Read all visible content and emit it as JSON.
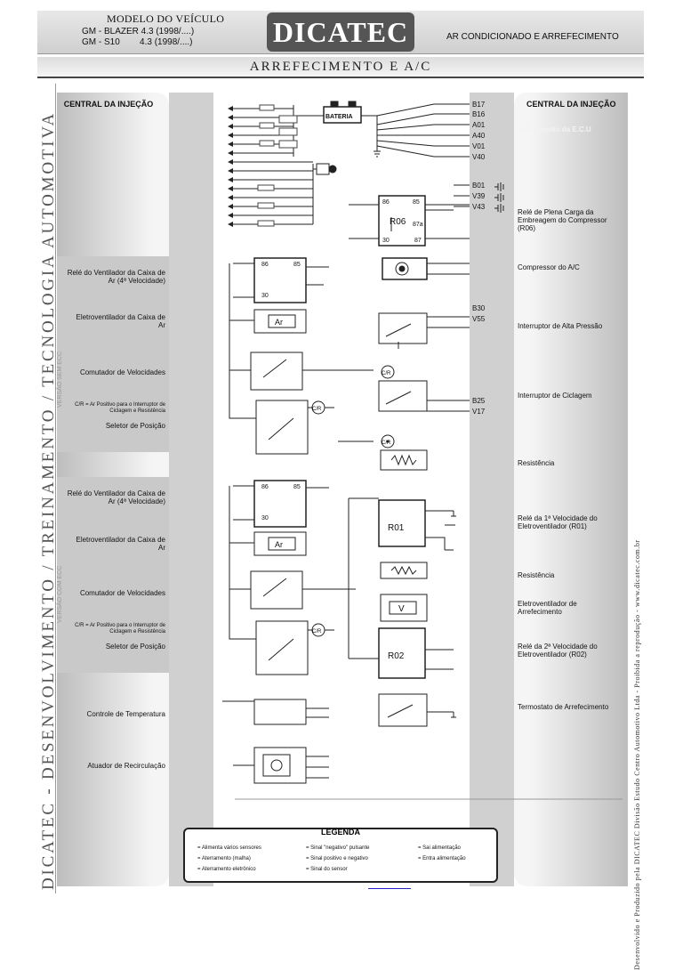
{
  "header": {
    "model_title": "MODELO DO VEÍCULO",
    "vehicles": [
      "GM - BLAZER 4.3 (1998/....)",
      "GM - S10        4.3 (1998/....)"
    ],
    "logo": "DICATEC",
    "system": "AR CONDICIONADO E ARREFECIMENTO"
  },
  "title": "ARREFECIMENTO E A/C",
  "left_vertical": "DICATEC - DESENVOLVIMENTO / TREINAMENTO / TECNOLOGIA AUTOMOTIVA",
  "right_vertical": "Desenvolvido e Produzido pela DICATEC Divisão Estudo Centro Automotivo Ltda - Proibida a reprodução - www.dicatec.com.br",
  "left_panel": {
    "header": "CENTRAL DA INJEÇÃO",
    "section1_vert": "VERSÃO SEM ECC",
    "section2_vert": "VERSÃO COM ECC",
    "labels": [
      "Relé do Ventilador da Caixa de Ar (4ª Velocidade)",
      "Eletroventilador da Caixa de Ar",
      "Comutador de Velocidades",
      "C/R = Ar Positivo para o Interruptor de Ciclagem e Resistência",
      "Seletor de Posição",
      "Relé do Ventilador da Caixa de Ar (4ª Velocidade)",
      "Eletroventilador da Caixa de Ar",
      "Comutador de Velocidades",
      "C/R = Ar Positivo para o Interruptor de Ciclagem e Resistência",
      "Seletor de Posição",
      "Controle de Temperatura",
      "Atuador de Recirculação"
    ]
  },
  "right_panel": {
    "header": "CENTRAL DA INJEÇÃO",
    "faded": "Aterramento da E.C.U",
    "labels": [
      "Relé de Plena Carga da Embreagem do Compressor (R06)",
      "Compressor do A/C",
      "Interruptor de Alta Pressão",
      "Interruptor de Ciclagem",
      "Resistência",
      "Relé da 1ª Velocidade do Eletroventilador (R01)",
      "Resistência",
      "Eletroventilador de Arrefecimento",
      "Relé da 2ª Velocidade do Eletroventilador (R02)",
      "Termostato de Arrefecimento"
    ]
  },
  "pins": {
    "top": [
      "B17",
      "B16",
      "A01",
      "A40",
      "V01",
      "V40"
    ],
    "mid": [
      "B01",
      "V39",
      "V43"
    ],
    "pressure": [
      "B30",
      "V55"
    ],
    "cycle": [
      "B25",
      "V17"
    ]
  },
  "components": {
    "battery": "BATERIA",
    "r06": "R06",
    "r01": "R01",
    "r02": "R02",
    "ar": "Ar",
    "v": "V",
    "cr": "C/R",
    "relay_pins": [
      "86",
      "85",
      "30",
      "87",
      "87a"
    ]
  },
  "legend": {
    "title": "LEGENDA",
    "items": [
      "= Alimenta vários sensores",
      "= Sinal \"negativo\" pulsante",
      "= Sai alimentação",
      "= Aterramento (malha)",
      "= Sinal positivo e negativo",
      "= Entra alimentação",
      "= Aterramento eletrônico",
      "= Sinal do sensor"
    ]
  },
  "colors": {
    "panel_gray": "#d0d0d0",
    "line": "#222222",
    "header_bg": "#555555"
  }
}
